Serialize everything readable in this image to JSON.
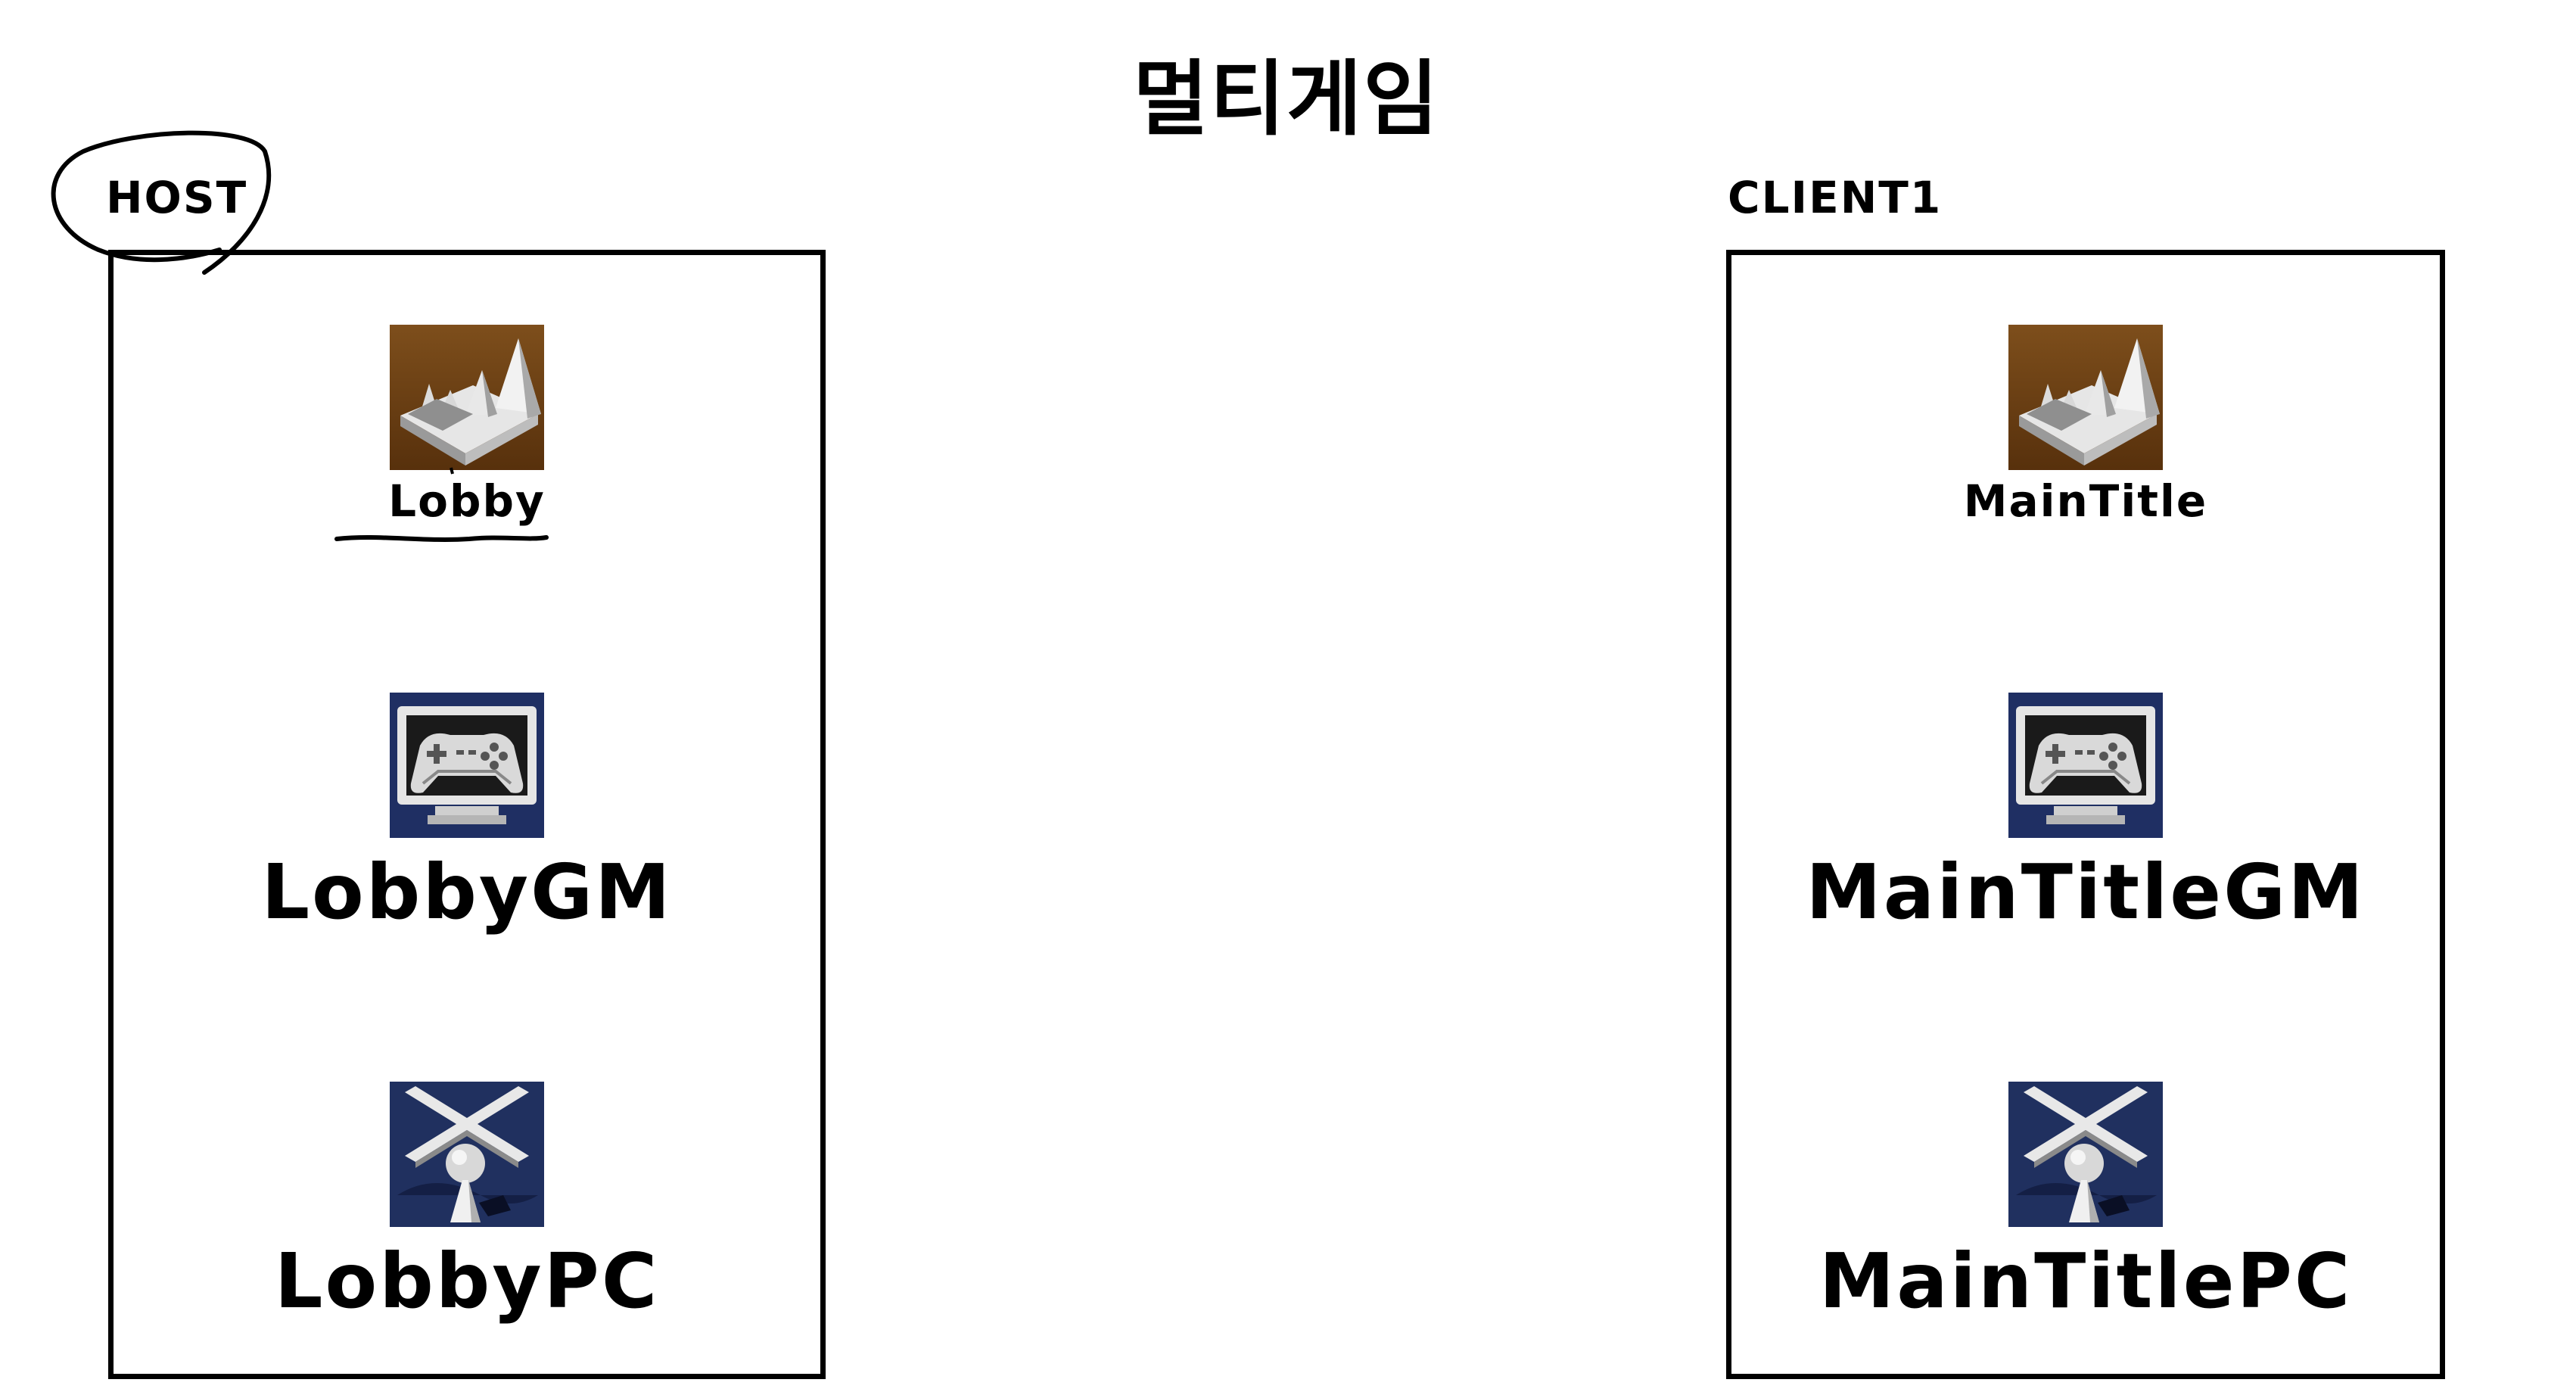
{
  "title": "멀티게임",
  "colors": {
    "stroke": "#000000",
    "level_bg": "#6b3d12",
    "gm_bg": "#1f2f63",
    "pc_bg": "#20305f"
  },
  "columns": [
    {
      "label": "HOST",
      "items": [
        {
          "icon": "level-map-icon",
          "label": "Lobby"
        },
        {
          "icon": "gamepad-monitor-icon",
          "label": "LobbyGM"
        },
        {
          "icon": "player-start-icon",
          "label": "LobbyPC"
        }
      ]
    },
    {
      "label": "CLIENT1",
      "items": [
        {
          "icon": "level-map-icon",
          "label": "MainTitle"
        },
        {
          "icon": "gamepad-monitor-icon",
          "label": "MainTitleGM"
        },
        {
          "icon": "player-start-icon",
          "label": "MainTitlePC"
        }
      ]
    }
  ]
}
